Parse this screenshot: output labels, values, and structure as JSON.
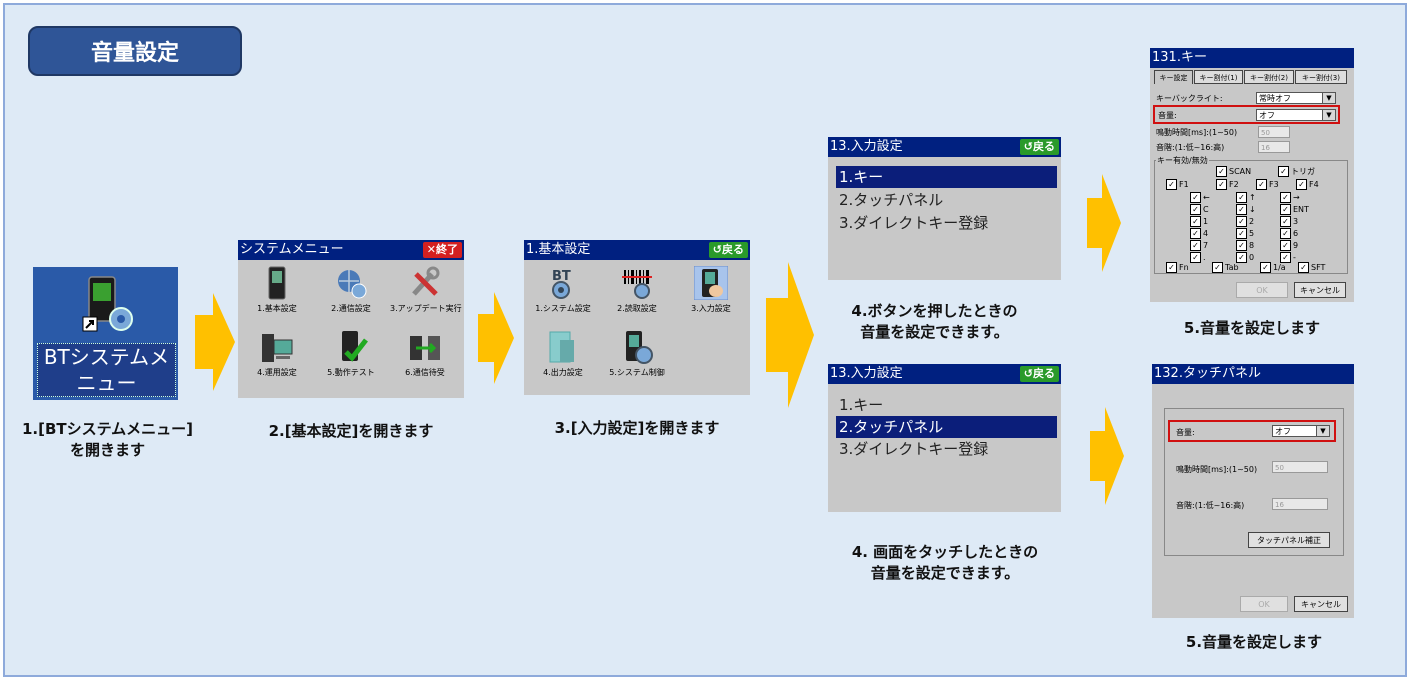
{
  "title": "音量設定",
  "colors": {
    "accent": "#2f5597",
    "arrow": "#ffc000",
    "titlebar": "#002080",
    "highlight": "#d01010"
  },
  "step1": {
    "icon_label": "BTシステムメニュー",
    "caption": "1.[BTシステムメニュー]\nを開きます"
  },
  "step2": {
    "window_title": "システムメニュー",
    "close_button": "終了",
    "items": [
      {
        "label": "1.基本設定",
        "icon": "handheld-terminal-icon"
      },
      {
        "label": "2.通信設定",
        "icon": "globe-gear-icon"
      },
      {
        "label": "3.アップデート実行",
        "icon": "tools-icon"
      },
      {
        "label": "4.運用設定",
        "icon": "desktop-pc-icon"
      },
      {
        "label": "5.動作テスト",
        "icon": "terminal-check-icon"
      },
      {
        "label": "6.通信待受",
        "icon": "transfer-icon"
      }
    ],
    "caption": "2.[基本設定]を開きます"
  },
  "step3": {
    "window_title": "1.基本設定",
    "back_button": "戻る",
    "items": [
      {
        "label": "1.システム設定",
        "icon": "bt-gear-icon"
      },
      {
        "label": "2.読取設定",
        "icon": "barcode-gear-icon"
      },
      {
        "label": "3.入力設定",
        "icon": "touch-terminal-icon"
      },
      {
        "label": "4.出力設定",
        "icon": "output-icon"
      },
      {
        "label": "5.システム制御",
        "icon": "terminal-gear-icon"
      }
    ],
    "caption": "3.[入力設定]を開きます"
  },
  "step4a": {
    "window_title": "13.入力設定",
    "back_button": "戻る",
    "items": [
      "1.キー",
      "2.タッチパネル",
      "3.ダイレクトキー登録"
    ],
    "selected": 0,
    "caption": "4.ボタンを押したときの\n音量を設定できます。"
  },
  "step4b": {
    "window_title": "13.入力設定",
    "back_button": "戻る",
    "items": [
      "1.キー",
      "2.タッチパネル",
      "3.ダイレクトキー登録"
    ],
    "selected": 1,
    "caption": "4. 画面をタッチしたときの\n音量を設定できます。"
  },
  "step5a": {
    "window_title": "131.キー",
    "tabs": [
      "キー設定",
      "キー割付(1)",
      "キー割付(2)",
      "キー割付(3)"
    ],
    "backlight_label": "キーバックライト:",
    "backlight_value": "常時オフ",
    "volume_label": "音量:",
    "volume_value": "オフ",
    "duration_label": "鳴動時間[ms]:(1~50)",
    "duration_value": "50",
    "pitch_label": "音階:(1:低~16:高)",
    "pitch_value": "16",
    "group_label": "キー有効/無効",
    "keys": [
      "SCAN",
      "トリガ",
      "F1",
      "F2",
      "F3",
      "F4",
      "←",
      "↑",
      "→",
      "C",
      "↓",
      "ENT",
      "1",
      "2",
      "3",
      "4",
      "5",
      "6",
      "7",
      "8",
      "9",
      ".",
      "0",
      "-",
      "Fn",
      "Tab",
      "1/a",
      "SFT"
    ],
    "ok_label": "OK",
    "cancel_label": "キャンセル",
    "caption": "5.音量を設定します"
  },
  "step5b": {
    "window_title": "132.タッチパネル",
    "volume_label": "音量:",
    "volume_value": "オフ",
    "duration_label": "鳴動時間[ms]:(1~50)",
    "duration_value": "50",
    "pitch_label": "音階:(1:低~16:高)",
    "pitch_value": "16",
    "calibrate_label": "タッチパネル補正",
    "ok_label": "OK",
    "cancel_label": "キャンセル",
    "caption": "5.音量を設定します"
  }
}
